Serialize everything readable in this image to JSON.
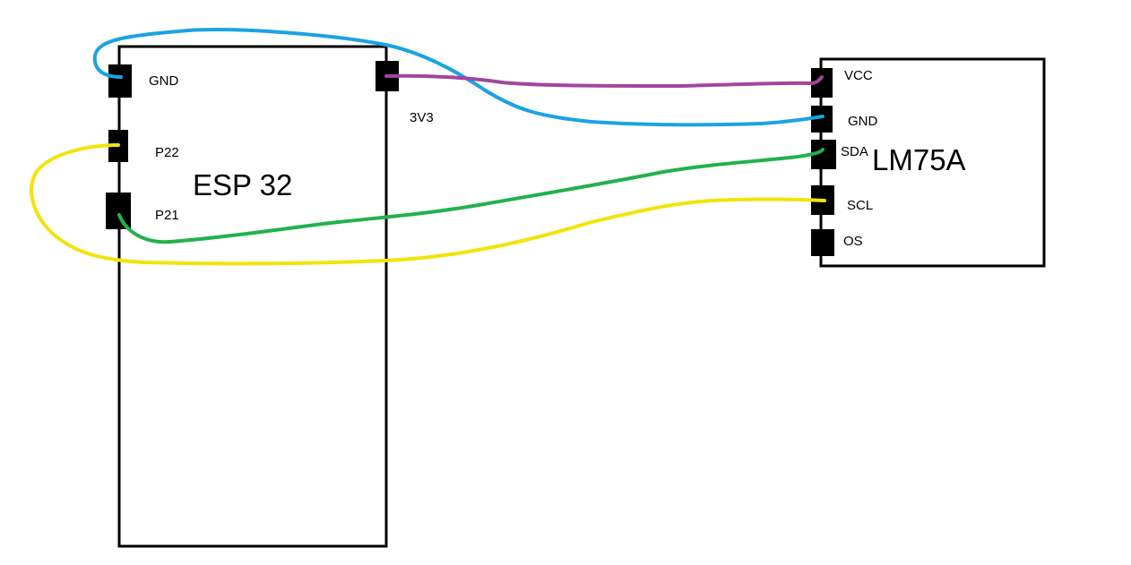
{
  "esp32": {
    "title": "ESP 32",
    "pins": {
      "gnd": "GND",
      "p22": "P22",
      "p21": "P21",
      "v3v3": "3V3"
    }
  },
  "lm75a": {
    "title": "LM75A",
    "pins": {
      "vcc": "VCC",
      "gnd": "GND",
      "sda": "SDA",
      "scl": "SCL",
      "os": "OS"
    }
  },
  "wires": [
    {
      "id": "gnd",
      "color": "#1aa3e2"
    },
    {
      "id": "power",
      "color": "#a0479d"
    },
    {
      "id": "sda",
      "color": "#22b14c"
    },
    {
      "id": "scl",
      "color": "#f2e30b"
    }
  ]
}
